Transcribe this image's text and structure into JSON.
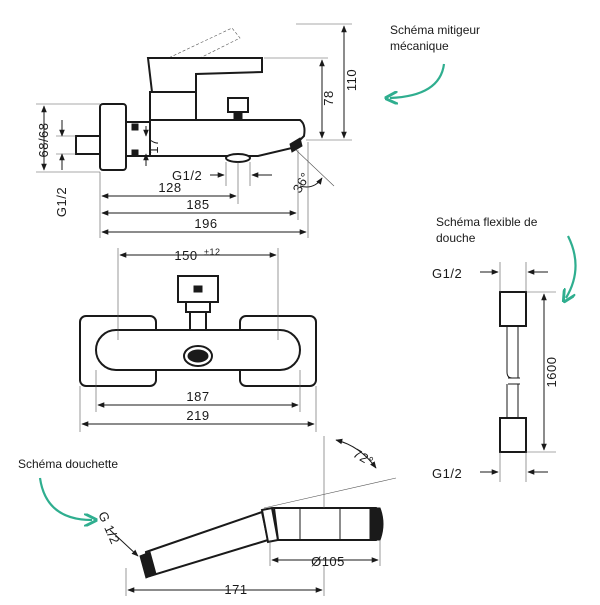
{
  "notes": {
    "mixer": [
      "Schéma mitigeur",
      "mécanique"
    ],
    "hose": [
      "Schéma flexible de",
      "douche"
    ],
    "handshower": [
      "Schéma douchette"
    ]
  },
  "dims": {
    "d110": "110",
    "d78": "78",
    "d68": "68/68",
    "d17": "17",
    "g12_left": "G1/2",
    "g12_mid": "G1/2",
    "d36": "36°",
    "d128": "128",
    "d185": "185",
    "d196": "196",
    "d150": "150",
    "d150_tol": "±12",
    "d187": "187",
    "d219": "219",
    "hose_top": "G1/2",
    "hose_len": "1600",
    "hose_bottom": "G1/2",
    "d72": "72°",
    "shower_g": "G 1/2",
    "d105": "Ø105",
    "d171": "171"
  },
  "colors": {
    "arrow": "#2fae8f",
    "line": "#1a1a1a"
  }
}
